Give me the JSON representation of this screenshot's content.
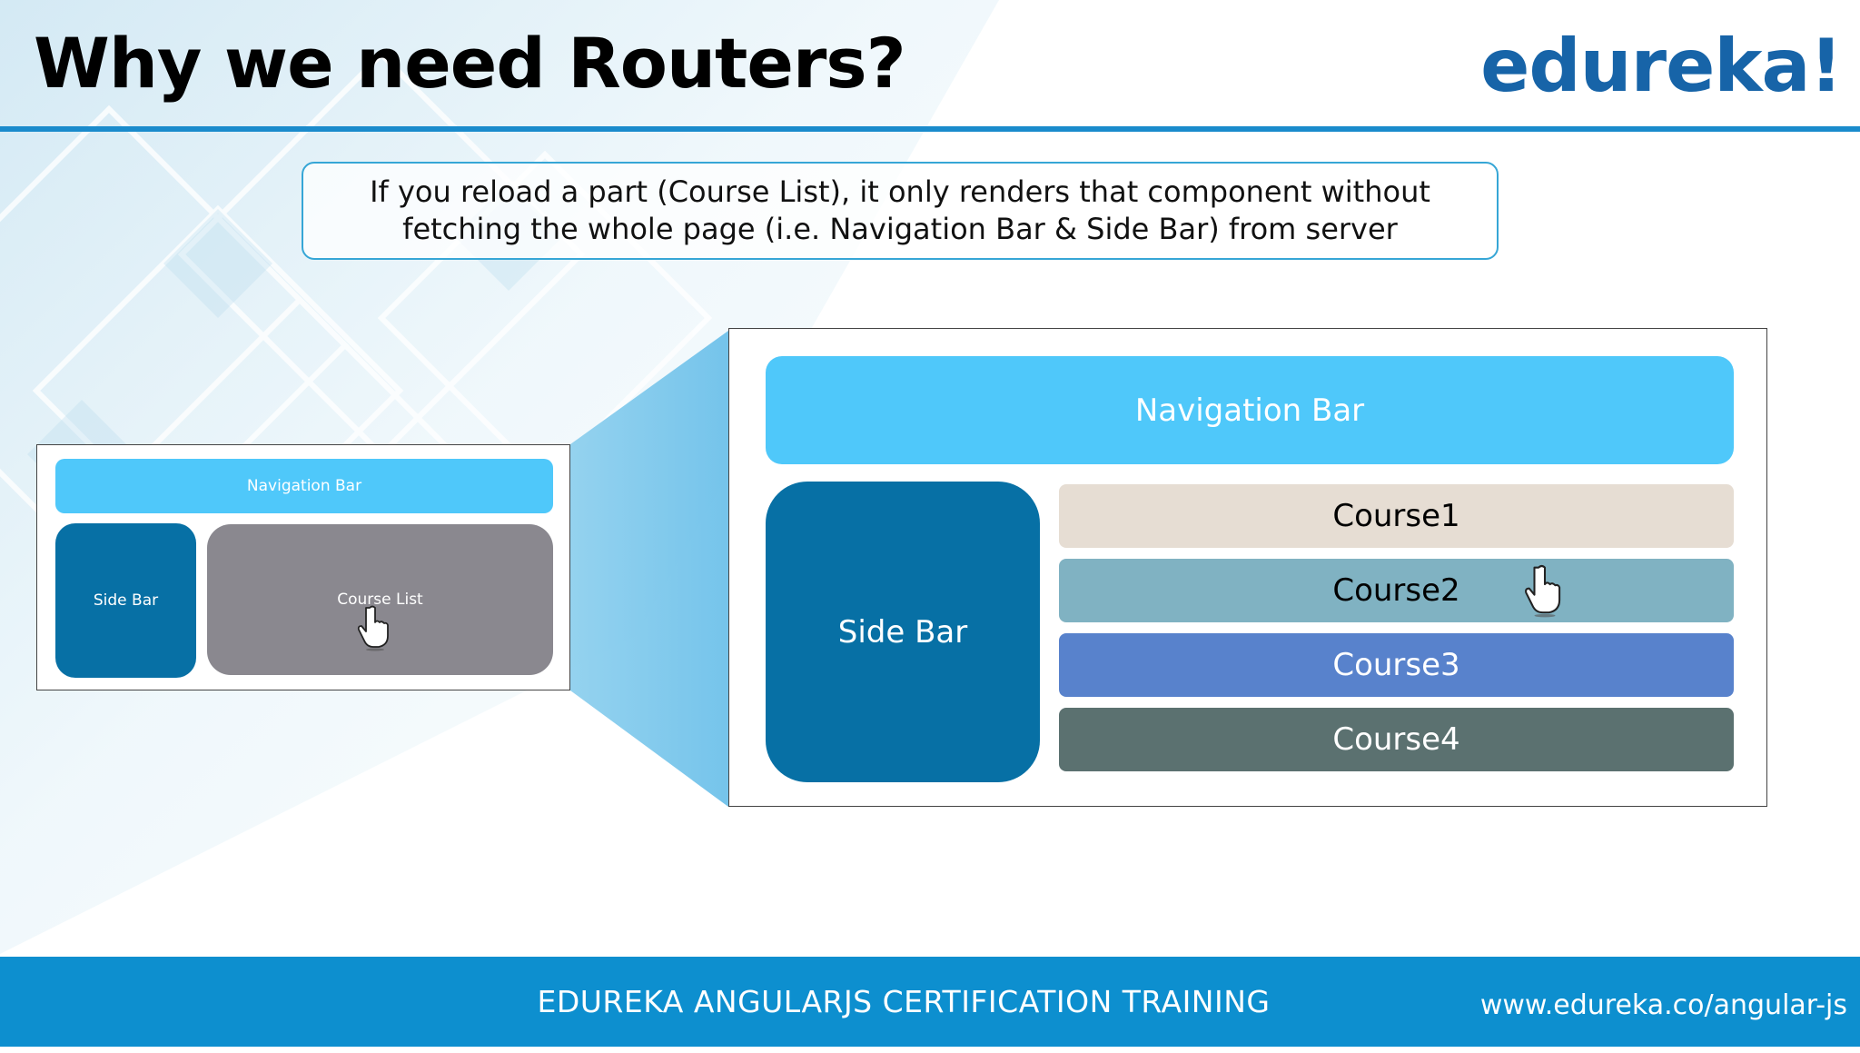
{
  "slide": {
    "title": "Why we need Routers?",
    "logo": "edureka!",
    "callout": "If you reload a part (Course List), it only renders that component without fetching the whole page (i.e. Navigation Bar & Side Bar) from server"
  },
  "small_diagram": {
    "nav_label": "Navigation Bar",
    "side_label": "Side Bar",
    "course_list_label": "Course List",
    "pointer_icon": "hand-pointer-icon"
  },
  "big_diagram": {
    "nav_label": "Navigation Bar",
    "side_label": "Side Bar",
    "courses": [
      "Course1",
      "Course2",
      "Course3",
      "Course4"
    ],
    "pointer_icon": "hand-pointer-icon"
  },
  "footer": {
    "title": "EDUREKA ANGULARJS CERTIFICATION TRAINING",
    "url": "www.edureka.co/angular-js"
  },
  "colors": {
    "accent_blue": "#0d8fcf",
    "logo_blue": "#1764a8",
    "nav_blue": "#4fc8fa",
    "side_blue": "#0770a5",
    "course_list_gray": "#8a888f",
    "course1": "#e6ddd3",
    "course2": "#80b2c2",
    "course3": "#5882cc",
    "course4": "#5b7170"
  }
}
